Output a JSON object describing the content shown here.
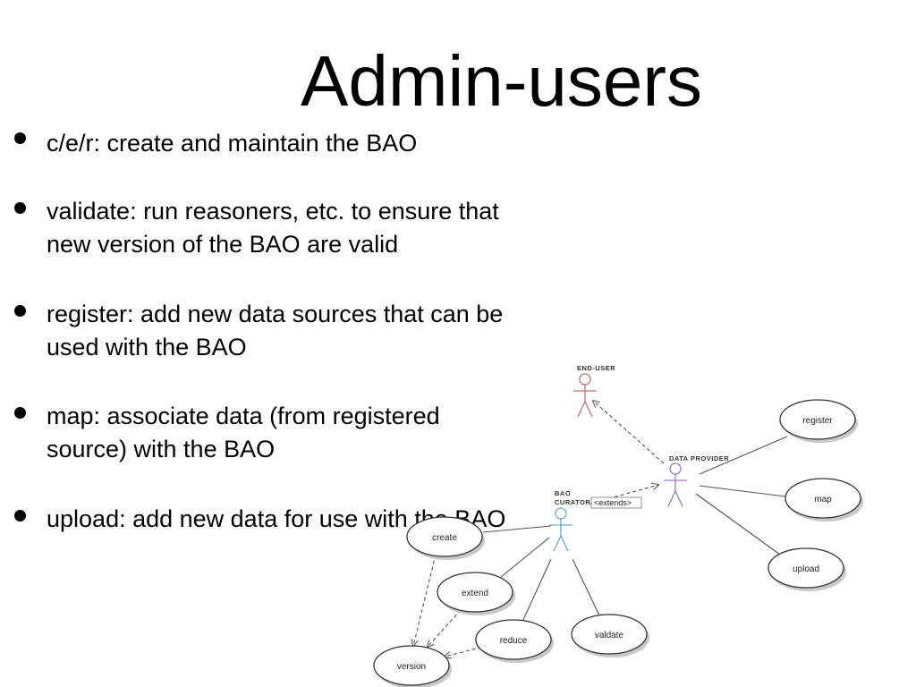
{
  "title": "Admin-users",
  "bullets": [
    "c/e/r: create and maintain the BAO",
    "validate: run reasoners, etc. to ensure that\nnew version of the BAO are valid",
    "register: add new data sources that can be\nused with the BAO",
    "map: associate data (from registered\nsource) with the BAO",
    "upload: add new data for use with the BAO"
  ],
  "diagram": {
    "actors": {
      "end_user": "END-USER",
      "data_provider": "DATA PROVIDER",
      "bao": "BAO",
      "curator": "CURATOR"
    },
    "extends_label": "<extends>",
    "use_cases": {
      "register": "register",
      "map": "map",
      "upload": "upload",
      "create": "create",
      "extend": "extend",
      "reduce": "reduce",
      "validate": "valdate",
      "version": "version"
    },
    "colors": {
      "end_user": "#b5776e",
      "data_provider": "#9a7bbd",
      "curator": "#6aaad0"
    }
  }
}
